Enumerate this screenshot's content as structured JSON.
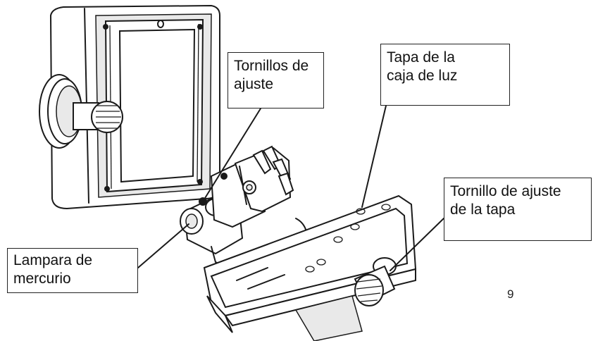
{
  "labels": {
    "tornillos_ajuste": [
      "Tornillos de",
      "ajuste"
    ],
    "tapa_caja_luz": [
      "Tapa de la",
      "caja de luz"
    ],
    "tornillo_ajuste_tapa": [
      "Tornillo de ajuste",
      "de la tapa"
    ],
    "lampara_mercurio": [
      "Lampara de",
      "mercurio"
    ]
  },
  "page_number": "9"
}
